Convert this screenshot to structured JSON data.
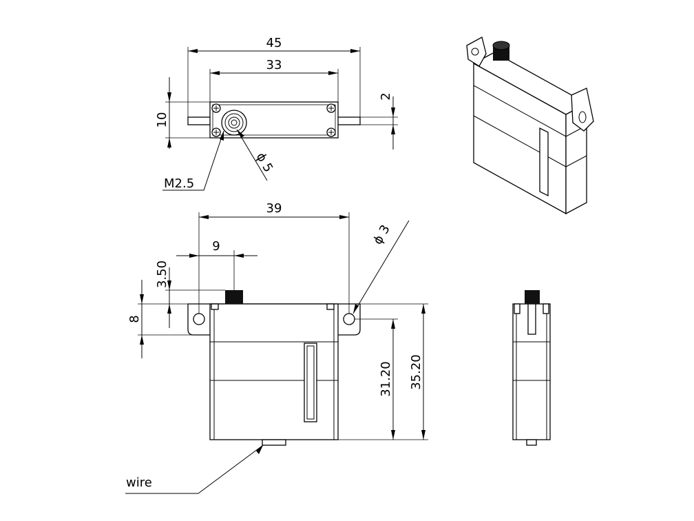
{
  "dimensions": {
    "overall_width": "45",
    "body_width": "33",
    "body_depth": "10",
    "tab_thickness": "2",
    "mount_screw": "M2.5",
    "shaft_diameter": "ϕ 5",
    "mount_hole_spacing": "39",
    "shaft_offset": "9",
    "shaft_height": "3.50",
    "tab_height": "8",
    "hole_diameter": "ϕ 3",
    "body_height_below_tab": "31.20",
    "total_height": "35.20"
  },
  "callouts": {
    "wire": "wire"
  }
}
